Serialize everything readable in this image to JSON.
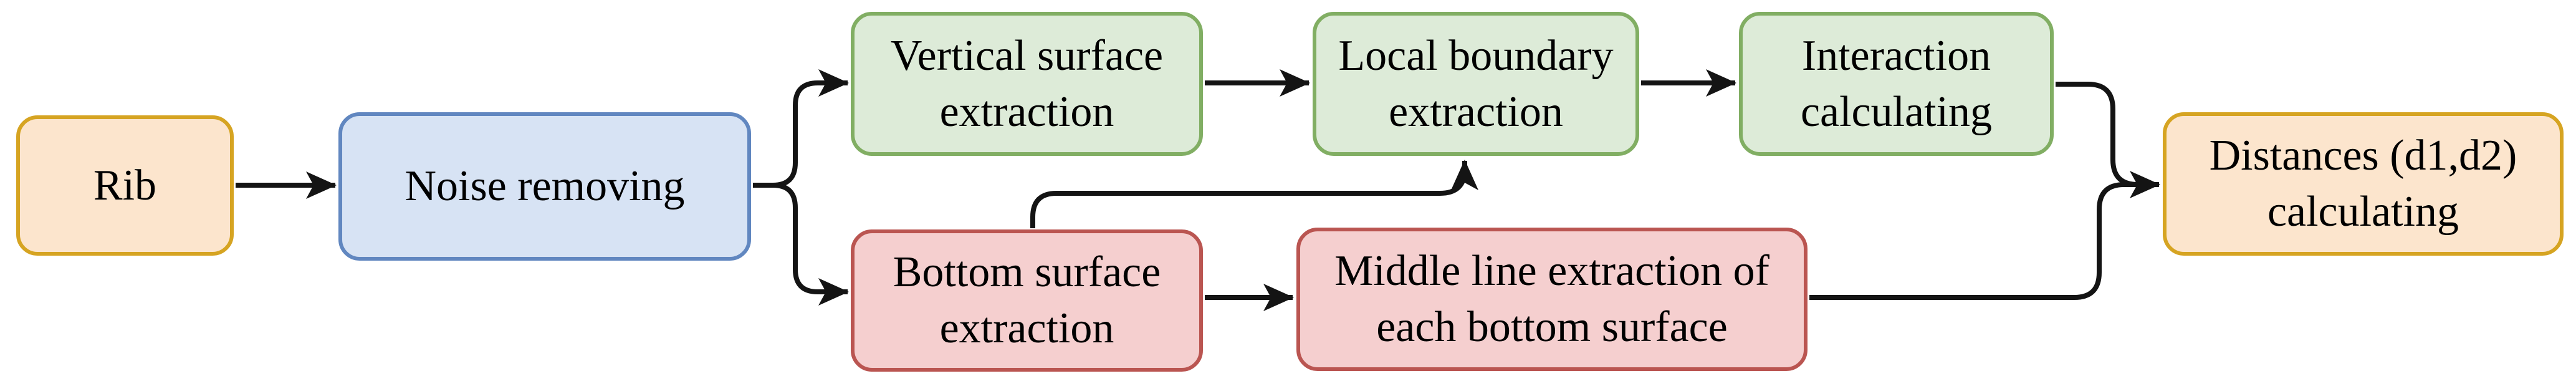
{
  "diagram_type": "flowchart",
  "palette": {
    "background": "#ffffff",
    "line": "#141414",
    "orange_fill": "#fce5cd",
    "orange_border": "#d6a422",
    "blue_fill": "#d7e3f4",
    "blue_border": "#6187c0",
    "green_fill": "#ddebd8",
    "green_border": "#81ae63",
    "red_fill": "#f5cfcf",
    "red_border": "#ba5551"
  },
  "nodes": {
    "rib": {
      "label": "Rib",
      "lines": [
        "Rib"
      ],
      "color": "orange"
    },
    "noise": {
      "label": "Noise removing",
      "lines": [
        "Noise removing"
      ],
      "color": "blue"
    },
    "vertical_surface": {
      "label": "Vertical surface extraction",
      "lines": [
        "Vertical surface",
        "extraction"
      ],
      "color": "green"
    },
    "local_boundary": {
      "label": "Local boundary extraction",
      "lines": [
        "Local boundary",
        "extraction"
      ],
      "color": "green"
    },
    "interaction": {
      "label": "Interaction calculating",
      "lines": [
        "Interaction",
        "calculating"
      ],
      "color": "green"
    },
    "bottom_surface": {
      "label": "Bottom surface extraction",
      "lines": [
        "Bottom surface",
        "extraction"
      ],
      "color": "red"
    },
    "middle_line": {
      "label": "Middle line extraction of each bottom surface",
      "lines": [
        "Middle line extraction of",
        "each bottom surface"
      ],
      "color": "red"
    },
    "distances": {
      "label": "Distances (d1,d2) calculating",
      "lines": [
        "Distances (d1,d2)",
        "calculating"
      ],
      "color": "orange"
    }
  },
  "edges": [
    {
      "from": "rib",
      "to": "noise"
    },
    {
      "from": "noise",
      "to": "vertical_surface"
    },
    {
      "from": "noise",
      "to": "bottom_surface"
    },
    {
      "from": "vertical_surface",
      "to": "local_boundary"
    },
    {
      "from": "local_boundary",
      "to": "interaction"
    },
    {
      "from": "interaction",
      "to": "distances"
    },
    {
      "from": "bottom_surface",
      "to": "local_boundary"
    },
    {
      "from": "bottom_surface",
      "to": "middle_line"
    },
    {
      "from": "middle_line",
      "to": "distances"
    }
  ]
}
